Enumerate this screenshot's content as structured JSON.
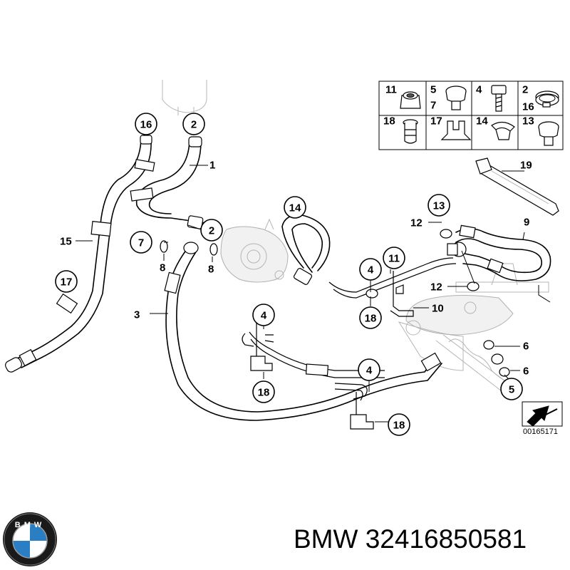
{
  "brand": {
    "name": "BMW",
    "part_number": "32416850581",
    "logo_letters": "BMW",
    "logo_colors": {
      "ring": "#1a1a1a",
      "blue": "#2a7ec3",
      "white": "#ffffff"
    }
  },
  "diagram": {
    "reference_code": "00165171",
    "grid_cells": [
      {
        "top": "11",
        "bottom": ""
      },
      {
        "top": "5",
        "bottom": "7"
      },
      {
        "top": "4",
        "bottom": ""
      },
      {
        "top": "2",
        "bottom": "16"
      },
      {
        "top": "18",
        "bottom": ""
      },
      {
        "top": "17",
        "bottom": ""
      },
      {
        "top": "14",
        "bottom": ""
      },
      {
        "top": "13",
        "bottom": ""
      }
    ],
    "callouts": [
      {
        "label": "16"
      },
      {
        "label": "2"
      },
      {
        "label": "2"
      },
      {
        "label": "7"
      },
      {
        "label": "14"
      },
      {
        "label": "13"
      },
      {
        "label": "4"
      },
      {
        "label": "11"
      },
      {
        "label": "18"
      },
      {
        "label": "4"
      },
      {
        "label": "18"
      },
      {
        "label": "4"
      },
      {
        "label": "18"
      },
      {
        "label": "5"
      },
      {
        "label": "17"
      }
    ],
    "labels": [
      {
        "label": "1"
      },
      {
        "label": "15"
      },
      {
        "label": "8"
      },
      {
        "label": "8"
      },
      {
        "label": "3"
      },
      {
        "label": "19"
      },
      {
        "label": "12"
      },
      {
        "label": "9"
      },
      {
        "label": "12"
      },
      {
        "label": "10"
      },
      {
        "label": "6"
      },
      {
        "label": "6"
      }
    ]
  }
}
